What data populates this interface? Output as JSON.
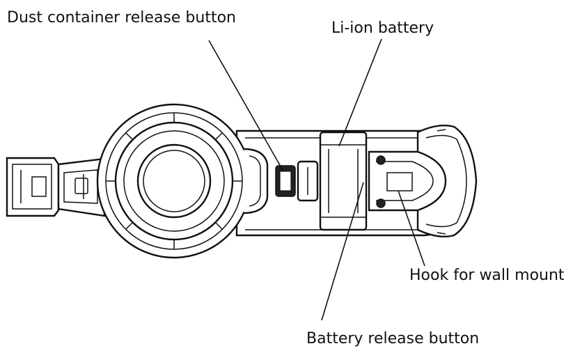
{
  "labels": {
    "dust_container_release_button": "Dust container release button",
    "li_ion_battery": "Li-ion battery",
    "hook_for_wall_mount": "Hook for wall mount",
    "battery_release_button": "Battery release button"
  }
}
